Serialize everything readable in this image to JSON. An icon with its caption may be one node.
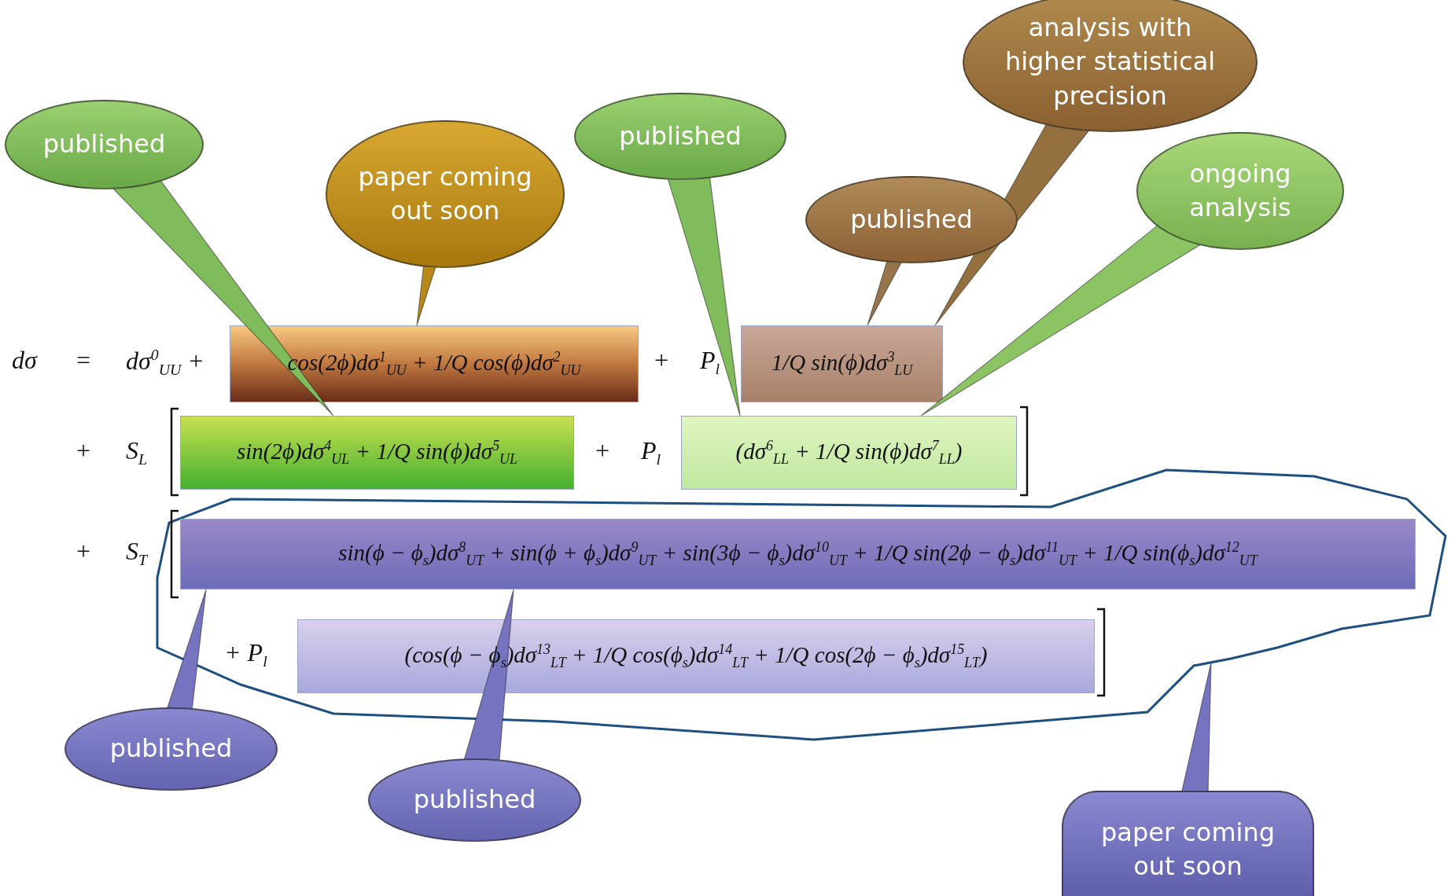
{
  "diagram": {
    "nodes": [
      {
        "text": [
          "analysis with higher statistical precision"
        ]
      },
      {
        "text": [
          "published"
        ]
      },
      {
        "text": [
          "published"
        ]
      },
      {
        "text": [
          "paper coming out soon"
        ]
      },
      {
        "text": [
          "ongoing analysis"
        ]
      },
      {
        "text": [
          "published"
        ]
      },
      {
        "text": [
          "cos(2ϕ)dσ$^{1}$$_{UU}$ + 1/Q cos(ϕ)dσ$^{2}$$_{UU}$"
        ]
      },
      {
        "text": [
          "1/Q sin(ϕ)dσ$^{3}$$_{LU}$"
        ]
      },
      {
        "text": [
          "sin(2ϕ)dσ$^{4}$$_{UL}$ + 1/Q sin(ϕ)dσ$^{5}$$_{UL}$"
        ]
      },
      {
        "text": [
          "(dσ$^{6}$$_{LL}$ + 1/Q sin(ϕ)dσ$^{7}$$_{LL}$)"
        ]
      },
      {
        "text": [],
        "shape": "loop"
      },
      {
        "text": [
          "sin(ϕ − ϕ$_{s}$)dσ$^{8}$$_{UT}$ + sin(ϕ + ϕ$_{s}$)dσ$^{9}$$_{UT}$ + sin(3ϕ − ϕ$_{s}$)dσ$^{10}$$_{UT}$ + 1/Q sin(2ϕ − ϕ$_{s}$)dσ$^{11}$$_{UT}$ + 1/Q sin(ϕ$_{s}$)dσ$^{12}$$_{UT}$"
        ],
        "in": 10
      },
      {
        "text": [
          "(cos(ϕ − ϕ$_{s}$)dσ$^{13}$$_{LT}$ + 1/Q cos(ϕ$_{s}$)dσ$^{14}$$_{LT}$ + 1/Q cos(2ϕ − ϕ$_{s}$)dσ$^{15}$$_{LT}$)"
        ],
        "in": 10
      },
      {
        "text": [
          "published"
        ]
      },
      {
        "text": [
          "published"
        ]
      },
      {
        "text": [
          "paper coming out soon"
        ]
      }
    ],
    "edges": [
      {
        "from": 0,
        "to": 7,
        "arrow": "none"
      },
      {
        "from": 1,
        "to": 8,
        "arrow": "none"
      },
      {
        "from": 2,
        "to": 9,
        "arrow": "none"
      },
      {
        "from": 3,
        "to": 6,
        "arrow": "none"
      },
      {
        "from": 4,
        "to": 9,
        "arrow": "none"
      },
      {
        "from": 5,
        "to": 7,
        "arrow": "none"
      },
      {
        "from": 13,
        "to": 11,
        "arrow": "none"
      },
      {
        "from": 14,
        "to": 11,
        "arrow": "none"
      },
      {
        "from": 15,
        "to": 10,
        "arrow": "none"
      }
    ],
    "labels": [
      "dσ",
      "=",
      "dσ$^{0}$$_{UU}$ +",
      "+",
      "P$_{l}$",
      "+",
      "S$_{L}$",
      "+",
      "P$_{l}$",
      "+",
      "S$_{T}$",
      "+ P$_{l}$"
    ]
  }
}
